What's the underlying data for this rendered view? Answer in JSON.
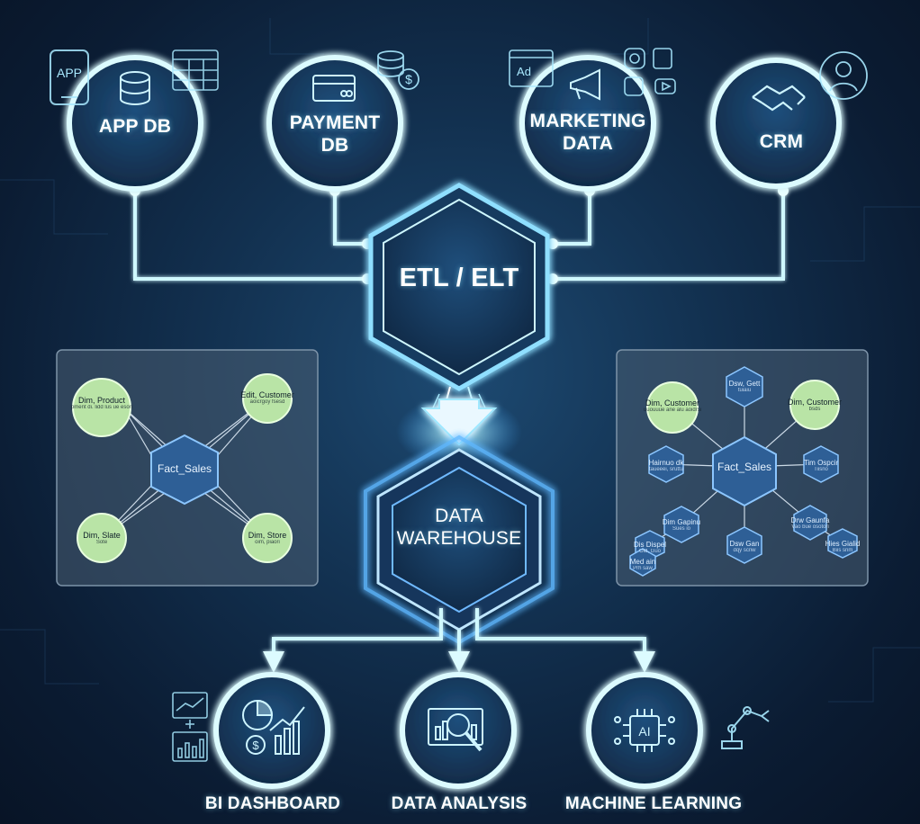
{
  "diagram": {
    "sources": [
      {
        "label_lines": [
          "APP DB"
        ],
        "icons": [
          "app-phone-icon",
          "database-icon",
          "table-grid-icon"
        ]
      },
      {
        "label_lines": [
          "PAYMENT",
          "DB"
        ],
        "icons": [
          "credit-card-icon",
          "coins-dollar-icon"
        ]
      },
      {
        "label_lines": [
          "MARKETING",
          "DATA"
        ],
        "icons": [
          "ad-screen-icon",
          "megaphone-icon",
          "social-media-icons"
        ]
      },
      {
        "label_lines": [
          "CRM"
        ],
        "icons": [
          "handshake-icon",
          "user-profile-icon"
        ]
      }
    ],
    "etl": {
      "label": "ETL / ELT"
    },
    "warehouse": {
      "label_lines": [
        "DATA",
        "WAREHOUSE"
      ]
    },
    "outputs": [
      {
        "label": "BI DASHBOARD",
        "icons": [
          "pie-chart-icon",
          "bar-chart-icon",
          "dollar-icon"
        ]
      },
      {
        "label": "DATA ANALYSIS",
        "icons": [
          "magnifier-chart-icon"
        ]
      },
      {
        "label": "MACHINE LEARNING",
        "icons": [
          "ai-chip-icon",
          "robot-arm-icon"
        ]
      }
    ],
    "star_schema": {
      "fact_label": "Fact_Sales",
      "dims": [
        {
          "title": "Dim, Product",
          "sub": "pment di. lidd lus ue esori"
        },
        {
          "title": "Edit, Customer",
          "sub": "aoicrgoy fsesd"
        },
        {
          "title": "Dim, Slate",
          "sub": "Sote"
        },
        {
          "title": "Dim, Store",
          "sub": "oim, piaori"
        }
      ]
    },
    "snowflake_schema": {
      "fact_label": "Fact_Sales",
      "dims": [
        {
          "title": "Dim, Customer",
          "sub": "uuouuue ane alu aoidrsi",
          "kind": "circle"
        },
        {
          "title": "Dim, Customer",
          "sub": "bsds",
          "kind": "circle"
        },
        {
          "title": "Dsw, Gett",
          "sub": "tuiaiu",
          "kind": "hex"
        },
        {
          "title": "Hairnuo dk",
          "sub": "taueeei, sruttu",
          "kind": "hex"
        },
        {
          "title": "Tim Ospcir",
          "sub": "Tiisno",
          "kind": "hex"
        },
        {
          "title": "Dim Gapinu",
          "sub": "Sues io",
          "kind": "hex"
        },
        {
          "title": "Drw Gaunfa",
          "sub": "Vao bue osotori",
          "kind": "hex"
        },
        {
          "title": "Dsw Gan",
          "sub": "dqy scnw",
          "kind": "hex"
        },
        {
          "title": "Hies Gialid",
          "sub": "Biis snm",
          "kind": "hex"
        },
        {
          "title": "Dis Dispel",
          "sub": "Oid, Guo",
          "kind": "hex"
        },
        {
          "title": "Med ain",
          "sub": "Prh saw",
          "kind": "hex"
        }
      ]
    },
    "colors": {
      "glow": "#7ff3ff",
      "ring": "#dcfbff",
      "node_fill": "#14375a",
      "dim_green": "#b9e4a6",
      "hex_blue": "#2e5f96",
      "panel": "#4a5e72"
    }
  }
}
